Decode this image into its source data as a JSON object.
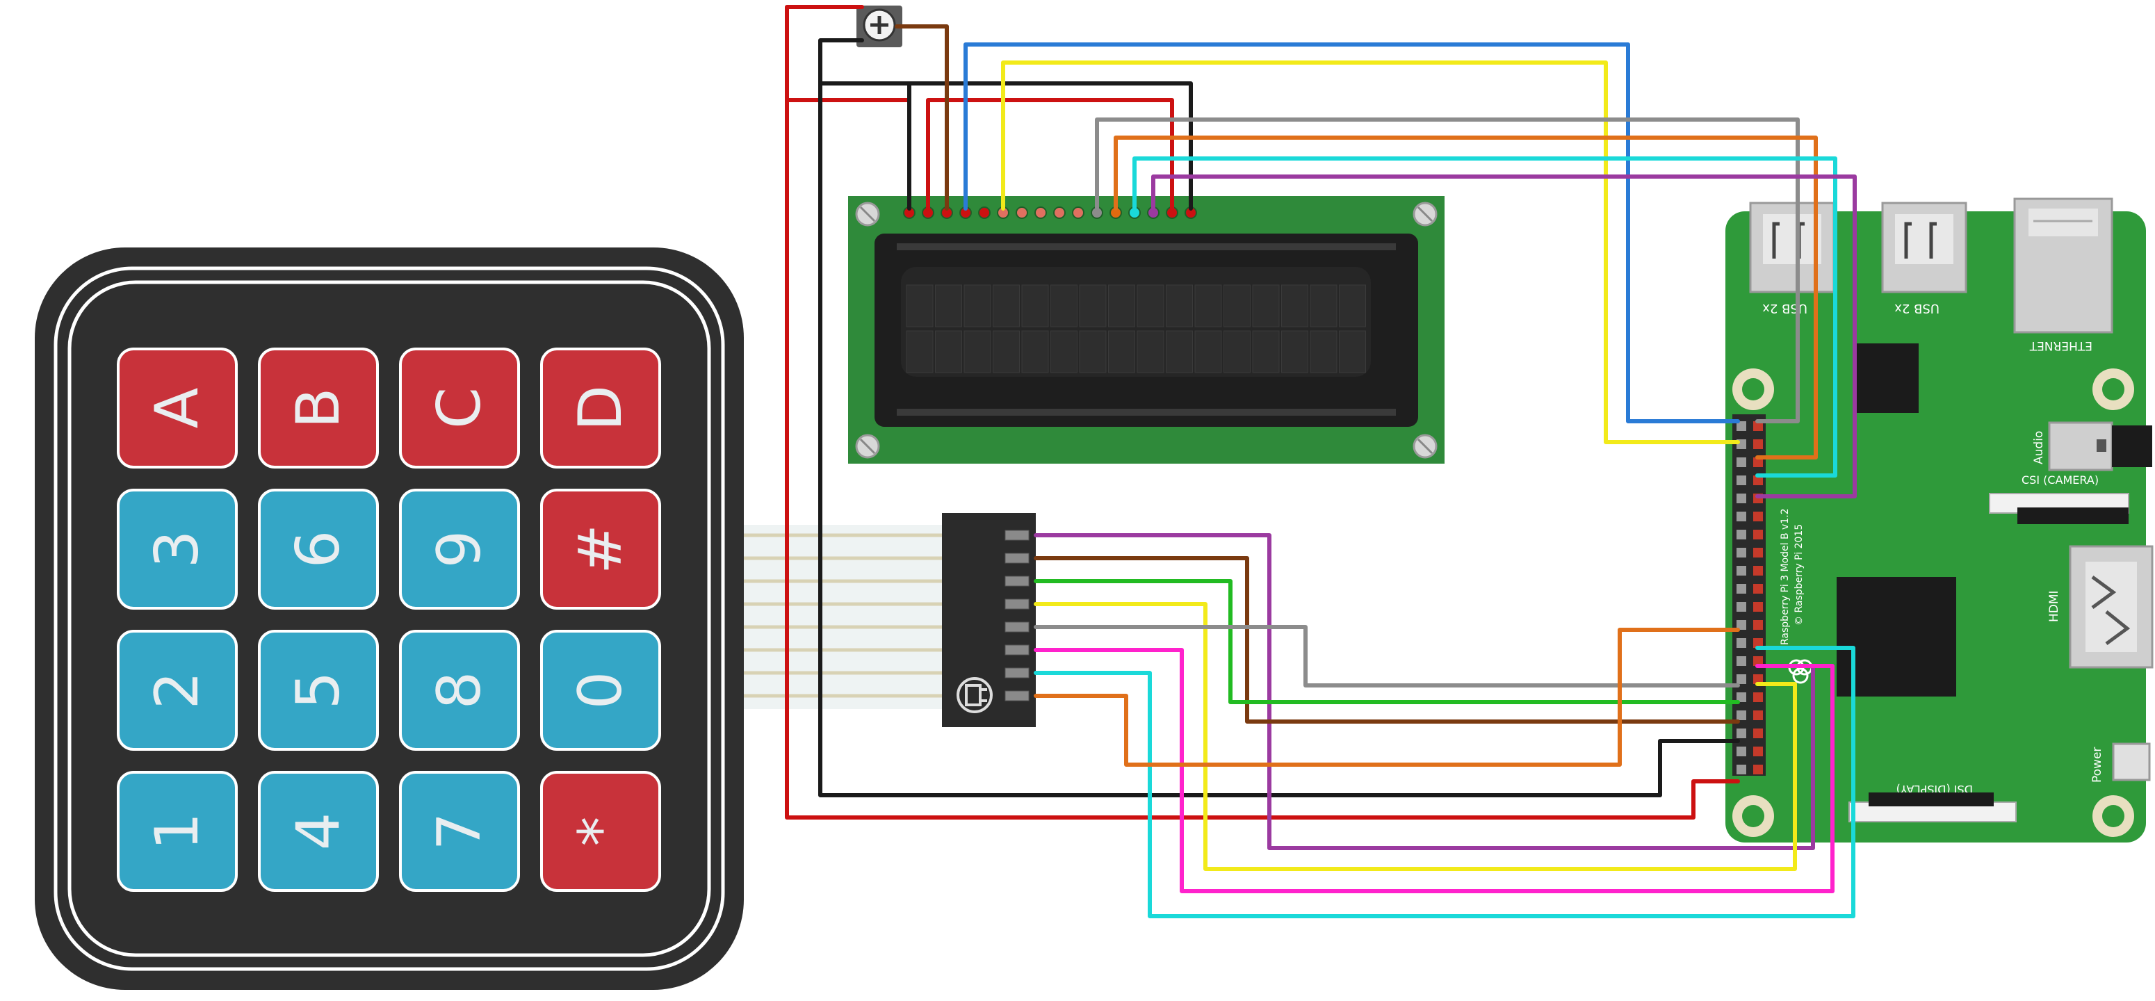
{
  "colors": {
    "background": "#ffffff",
    "keypad_body": "#2f2f2f",
    "key_letter": "#c8323a",
    "key_number": "#34a6c6",
    "lcd_pcb": "#2f8a3a",
    "lcd_glass": "#1b1b1b",
    "pi_pcb": "#2f9a3a",
    "wire_red": "#cc1111",
    "wire_black": "#1a1a1a",
    "wire_brown": "#7a3a10",
    "wire_blue": "#2a7bd6",
    "wire_yellow": "#f2ea1a",
    "wire_gray": "#8c8c8c",
    "wire_orange": "#e0701a",
    "wire_cyan": "#1ad9d9",
    "wire_purple": "#9b3aa0",
    "wire_green": "#22bb22",
    "wire_magenta": "#ff22cc"
  },
  "keypad": {
    "rows": [
      [
        {
          "label": "A",
          "kind": "letter"
        },
        {
          "label": "B",
          "kind": "letter"
        },
        {
          "label": "C",
          "kind": "letter"
        },
        {
          "label": "D",
          "kind": "letter"
        }
      ],
      [
        {
          "label": "3",
          "kind": "number"
        },
        {
          "label": "6",
          "kind": "number"
        },
        {
          "label": "9",
          "kind": "number"
        },
        {
          "label": "#",
          "kind": "letter"
        }
      ],
      [
        {
          "label": "2",
          "kind": "number"
        },
        {
          "label": "5",
          "kind": "number"
        },
        {
          "label": "8",
          "kind": "number"
        },
        {
          "label": "0",
          "kind": "number"
        }
      ],
      [
        {
          "label": "1",
          "kind": "number"
        },
        {
          "label": "4",
          "kind": "number"
        },
        {
          "label": "7",
          "kind": "number"
        },
        {
          "label": "*",
          "kind": "letter"
        }
      ]
    ]
  },
  "raspberry_pi": {
    "board_name": "Raspberry Pi 3 Model B v1.2",
    "copyright": "© Raspberry Pi 2015",
    "usb_label_1": "USB 2x",
    "usb_label_2": "USB 2x",
    "ethernet_label": "ETHERNET",
    "audio_label": "Audio",
    "csi_label": "CSI (CAMERA)",
    "hdmi_label": "HDMI",
    "dsi_label": "DSI (DISPLAY)",
    "power_label": "Power"
  }
}
